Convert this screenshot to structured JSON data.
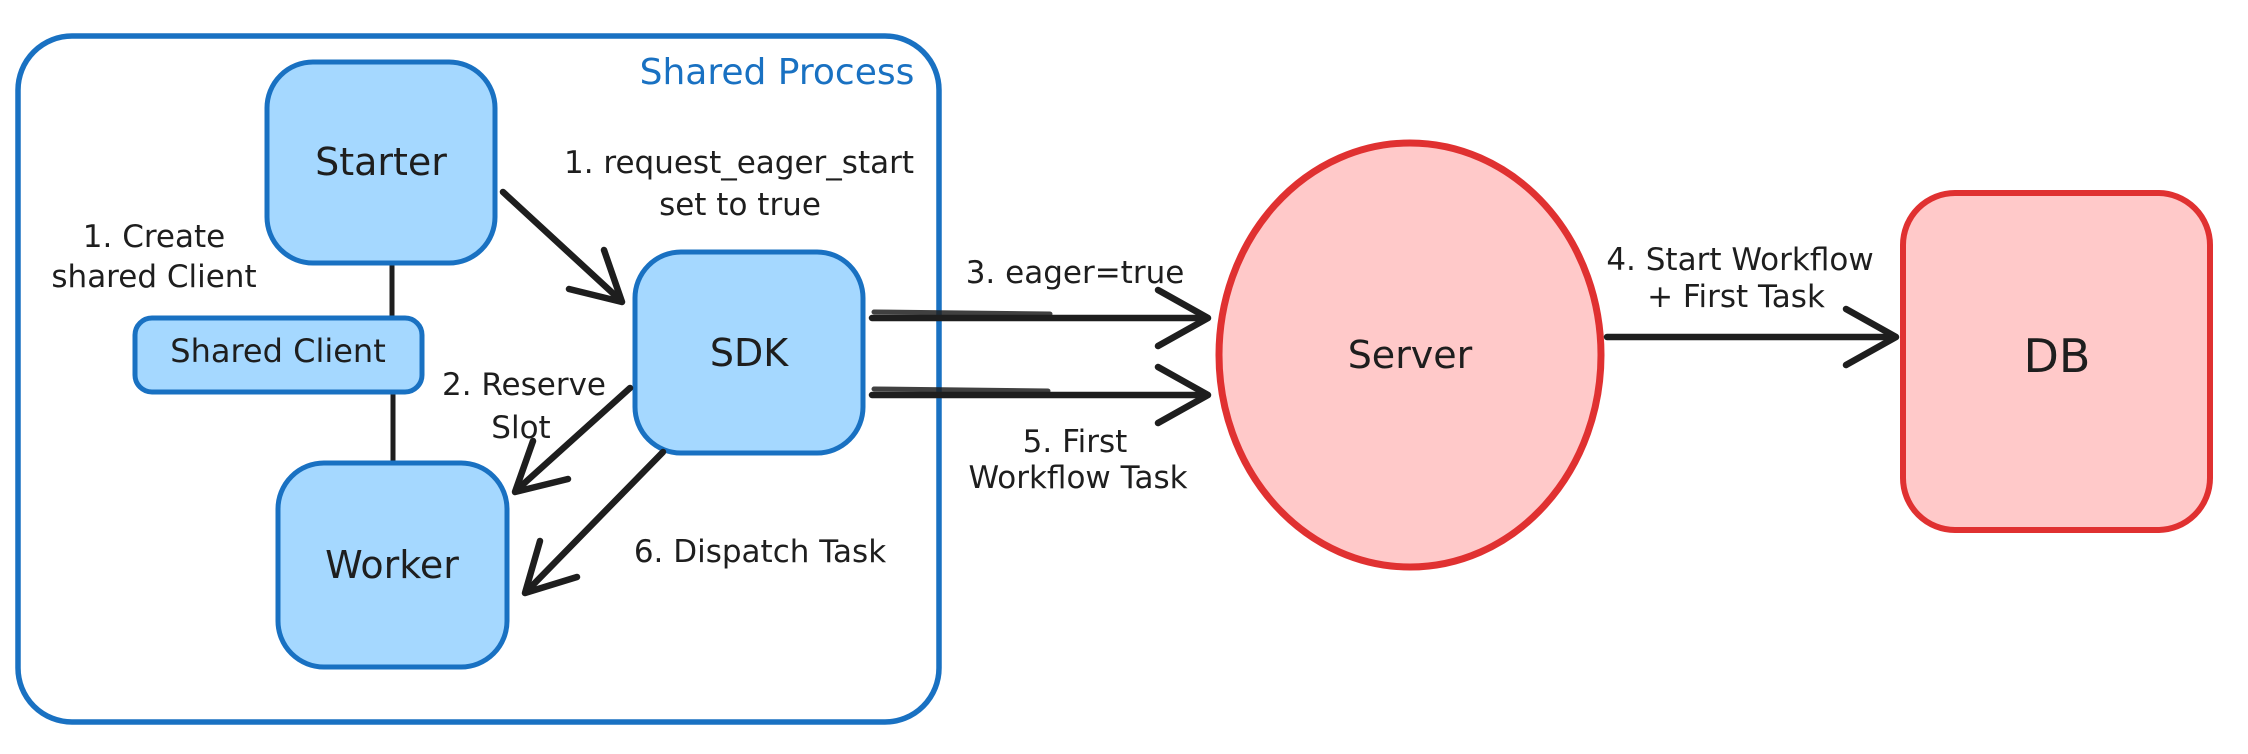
{
  "colors": {
    "blue_stroke": "#1971c2",
    "blue_fill": "#a5d8ff",
    "red_stroke": "#e03131",
    "red_fill": "#ffc9c9",
    "ink": "#1e1e1e",
    "background": "#ffffff"
  },
  "container": {
    "label": "Shared Process"
  },
  "nodes": {
    "starter": {
      "label": "Starter"
    },
    "shared_client": {
      "label": "Shared Client"
    },
    "worker": {
      "label": "Worker"
    },
    "sdk": {
      "label": "SDK"
    },
    "server": {
      "label": "Server"
    },
    "db": {
      "label": "DB"
    }
  },
  "annotations": {
    "create_shared_client": {
      "line1": "1. Create",
      "line2": "shared Client"
    },
    "request_eager_start": {
      "line1": "1. request_eager_start",
      "line2": "set to true"
    },
    "reserve_slot": {
      "line1": "2. Reserve",
      "line2": "Slot"
    },
    "eager_true": {
      "label": "3. eager=true"
    },
    "start_workflow": {
      "line1": "4. Start Workflow",
      "line2": "+ First Task"
    },
    "first_workflow_task": {
      "line1": "5. First",
      "line2": "Workflow Task"
    },
    "dispatch_task": {
      "label": "6. Dispatch Task"
    }
  }
}
